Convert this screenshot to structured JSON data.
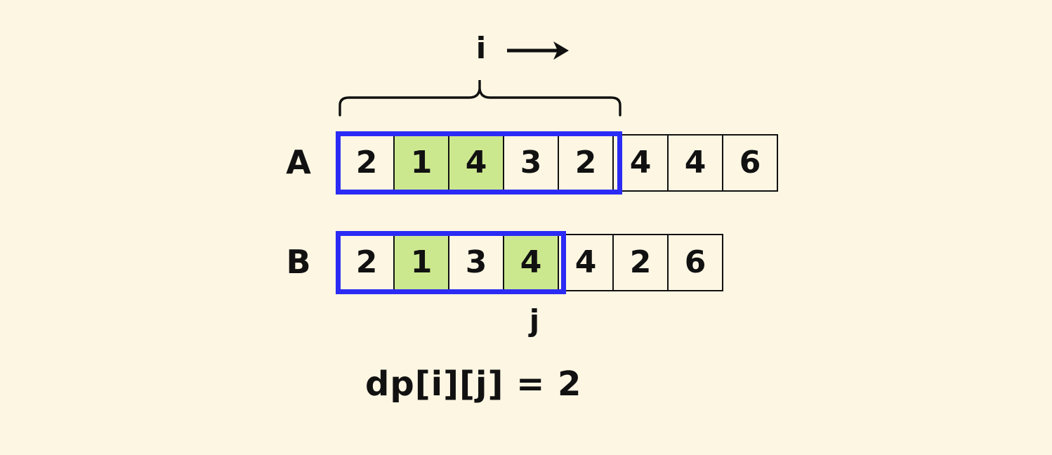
{
  "diagram": {
    "background_color": "#fdf6e3",
    "highlight_color": "#cce88f",
    "box_color": "#2b2bf5",
    "ink_color": "#111111",
    "pointer_i": {
      "label": "i",
      "arrow_icon": "right-arrow-icon",
      "brace_icon": "curly-brace-icon"
    },
    "pointer_j": {
      "label": "j"
    },
    "rows": [
      {
        "name": "A",
        "label": "A",
        "cells": [
          {
            "value": "2",
            "highlighted": false
          },
          {
            "value": "1",
            "highlighted": true
          },
          {
            "value": "4",
            "highlighted": true
          },
          {
            "value": "3",
            "highlighted": false
          },
          {
            "value": "2",
            "highlighted": false
          },
          {
            "value": "4",
            "highlighted": false
          },
          {
            "value": "4",
            "highlighted": false
          },
          {
            "value": "6",
            "highlighted": false
          }
        ],
        "selection_span": 5
      },
      {
        "name": "B",
        "label": "B",
        "cells": [
          {
            "value": "2",
            "highlighted": false
          },
          {
            "value": "1",
            "highlighted": true
          },
          {
            "value": "3",
            "highlighted": false
          },
          {
            "value": "4",
            "highlighted": true
          },
          {
            "value": "4",
            "highlighted": false
          },
          {
            "value": "2",
            "highlighted": false
          },
          {
            "value": "6",
            "highlighted": false
          }
        ],
        "selection_span": 4
      }
    ],
    "formula": "dp[i][j] = 2"
  }
}
